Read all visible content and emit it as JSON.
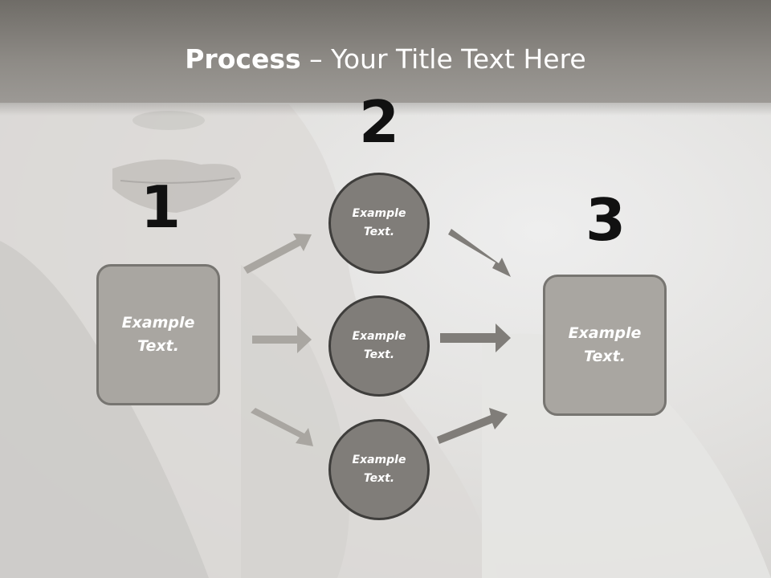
{
  "slide": {
    "title_bold": "Process",
    "title_rest": " – Your Title Text Here",
    "colors": {
      "header": "#8e8b86",
      "box_fill": "#a9a6a1",
      "circle_fill": "#807d79",
      "arrow_light": "#a9a6a1",
      "arrow_dark": "#807d79"
    }
  },
  "steps": {
    "step1": {
      "number": "1",
      "text": "Example\nText."
    },
    "step2": {
      "number": "2",
      "items": [
        "Example\nText.",
        "Example\nText.",
        "Example\nText."
      ]
    },
    "step3": {
      "number": "3",
      "text": "Example\nText."
    }
  }
}
